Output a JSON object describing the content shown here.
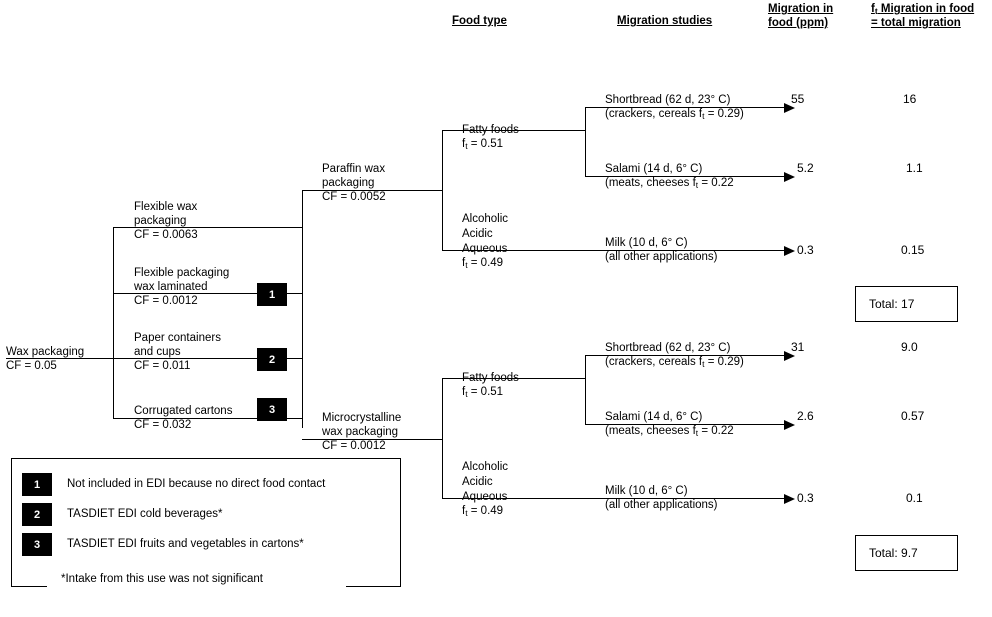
{
  "headers": {
    "food_type": "Food type",
    "migration_studies": "Migration studies",
    "migration_in_food_l1": "Migration in",
    "migration_in_food_l2": "food (ppm)",
    "total_migration_l1": "Migration in food",
    "total_migration_l1_prefix": "f",
    "total_migration_l1_sub": "t",
    "total_migration_l2": "= total migration"
  },
  "root": {
    "label": "Wax packaging",
    "cf": "CF = 0.05"
  },
  "uses": [
    {
      "label_l1": "Flexible wax",
      "label_l2": "packaging",
      "cf": "CF = 0.0063",
      "chip": null
    },
    {
      "label_l1": "Flexible packaging",
      "label_l2": "wax laminated",
      "cf": "CF = 0.0012",
      "chip": "1"
    },
    {
      "label_l1": "Paper containers",
      "label_l2": "and cups",
      "cf": "CF = 0.011",
      "chip": "2"
    },
    {
      "label_l1": "Corrugated cartons",
      "label_l2": "",
      "cf": "CF = 0.032",
      "chip": "3"
    }
  ],
  "wax_types": [
    {
      "label_l1": "Paraffin wax",
      "label_l2": "packaging",
      "cf": "CF = 0.0052"
    },
    {
      "label_l1": "Microcrystalline",
      "label_l2": "wax packaging",
      "cf": "CF = 0.0012"
    }
  ],
  "food_types": {
    "fatty": {
      "label": "Fatty foods",
      "ft_prefix": "f",
      "ft_sub": "t",
      "ft_value": " = 0.51"
    },
    "aaa": {
      "l1": "Alcoholic",
      "l2": "Acidic",
      "l3": "Aqueous",
      "ft_prefix": "f",
      "ft_sub": "t",
      "ft_value": " = 0.49"
    }
  },
  "studies": {
    "shortbread": {
      "title": "Shortbread (62 d, 23° C)",
      "sub_pre": "(crackers, cereals f",
      "sub_sub": "t",
      "sub_post": " = 0.29)"
    },
    "salami": {
      "title": "Salami (14 d, 6° C)",
      "sub_pre": "(meats, cheeses f",
      "sub_sub": "t",
      "sub_post": " = 0.22"
    },
    "milk": {
      "title": "Milk (10 d, 6° C)",
      "sub": "(all other applications)"
    }
  },
  "branches": [
    {
      "name": "paraffin",
      "rows": [
        {
          "study": "shortbread",
          "migration": "55",
          "total": "16"
        },
        {
          "study": "salami",
          "migration": "5.2",
          "total": "1.1"
        },
        {
          "study": "milk",
          "migration": "0.3",
          "total": "0.15"
        }
      ],
      "total_box": "Total:  17"
    },
    {
      "name": "microcrystalline",
      "rows": [
        {
          "study": "shortbread",
          "migration": "31",
          "total": "9.0"
        },
        {
          "study": "salami",
          "migration": "2.6",
          "total": "0.57"
        },
        {
          "study": "milk",
          "migration": "0.3",
          "total": "0.1"
        }
      ],
      "total_box": "Total:  9.7"
    }
  ],
  "legend": {
    "items": [
      {
        "chip": "1",
        "text": "Not included in EDI because no direct food contact"
      },
      {
        "chip": "2",
        "text": "TASDIET EDI cold beverages*"
      },
      {
        "chip": "3",
        "text": "TASDIET EDI fruits and vegetables in cartons*"
      }
    ],
    "footnote": "*Intake from this use was not significant"
  }
}
